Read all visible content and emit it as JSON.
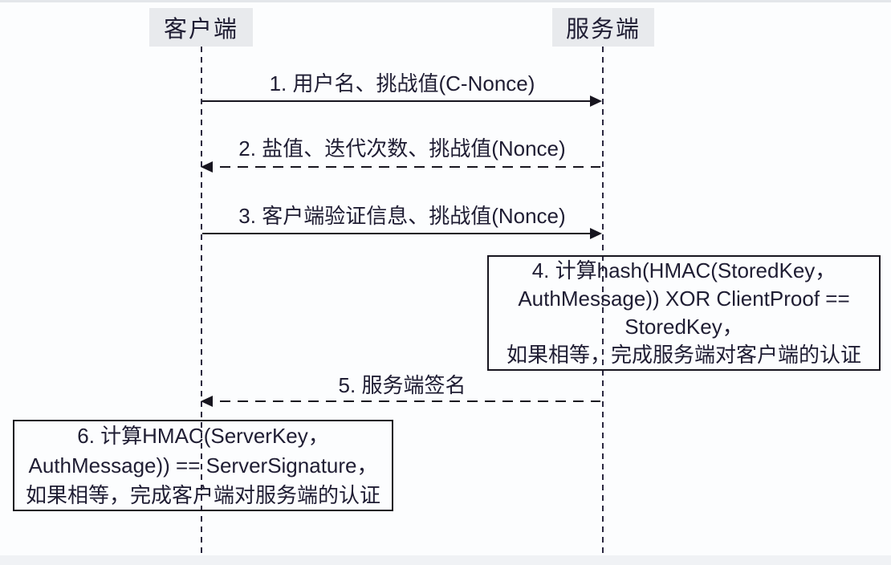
{
  "diagram": {
    "type": "sequence",
    "actors": [
      {
        "id": "client",
        "label": "客户端"
      },
      {
        "id": "server",
        "label": "服务端"
      }
    ],
    "messages": [
      {
        "num": 1,
        "label": "1. 用户名、挑战值(C-Nonce)",
        "from": "client",
        "to": "server",
        "line_style": "solid"
      },
      {
        "num": 2,
        "label": "2. 盐值、迭代次数、挑战值(Nonce)",
        "from": "server",
        "to": "client",
        "line_style": "dashed"
      },
      {
        "num": 3,
        "label": "3. 客户端验证信息、挑战值(Nonce)",
        "from": "client",
        "to": "server",
        "line_style": "solid"
      },
      {
        "num": 5,
        "label": "5. 服务端签名",
        "from": "server",
        "to": "client",
        "line_style": "dashed"
      }
    ],
    "notes": [
      {
        "num": 4,
        "side": "server",
        "lines": [
          "4. 计算hash(HMAC(StoredKey，",
          "AuthMessage)) XOR ClientProof ==",
          "StoredKey，",
          "如果相等，完成服务端对客户端的认证"
        ]
      },
      {
        "num": 6,
        "side": "client",
        "lines": [
          "6. 计算HMAC(ServerKey，",
          "AuthMessage)) == ServerSignature，",
          "如果相等，完成客户端对服务端的认证"
        ]
      }
    ],
    "colors": {
      "background": "#fcfdfe",
      "text": "#1f1d33",
      "line": "#17151f",
      "actor_box_bg": "#e8eaed",
      "lifeline": "#2b2840"
    }
  }
}
